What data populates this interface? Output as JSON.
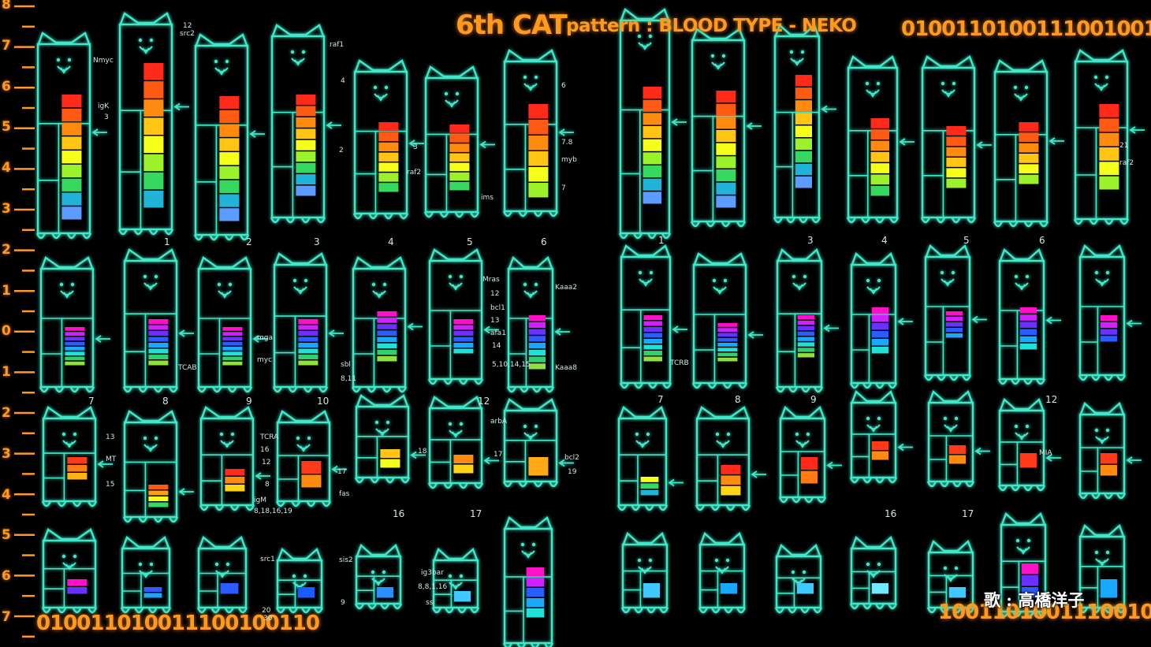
{
  "title": "6th CAT",
  "subtitle": "pattern : BLOOD TYPE - NEKO",
  "binary_top_right": "0100110100111001001",
  "binary_bottom_left": "010011010011100100110",
  "binary_bottom_right": "100110100111001001",
  "credit": "歌 : 高橋洋子",
  "scale_labels": [
    "8",
    "7",
    "6",
    "5",
    "4",
    "3",
    "2",
    "1",
    "0",
    "1",
    "2",
    "3",
    "4",
    "5",
    "6",
    "7"
  ],
  "colors": {
    "cat_outline": "#3fe8c8",
    "accent_orange": "#ff9a1e",
    "background": "#000000"
  },
  "chromosome_numbers_row2_left": [
    "1",
    "2",
    "3",
    "4",
    "5",
    "6"
  ],
  "chromosome_numbers_row2_right": [
    "1",
    "3",
    "4",
    "5",
    "6"
  ],
  "chromosome_numbers_row3_left": [
    "7",
    "8",
    "9",
    "10",
    "12"
  ],
  "chromosome_numbers_row3_right": [
    "7",
    "8",
    "9",
    "12"
  ],
  "chromosome_numbers_row4": [
    "16",
    "17",
    "16",
    "17"
  ],
  "gene_labels": [
    "Nmyc",
    "igK",
    "3",
    "src2",
    "12",
    "raf1",
    "4",
    "2",
    "6",
    "7.8",
    "myb",
    "7",
    "ims",
    "raf2",
    "3",
    "Mras",
    "12",
    "bcl1",
    "13",
    "afa1",
    "14",
    "5,10,14,15",
    "Kaaa2",
    "Kaaa8",
    "mga",
    "myc",
    "sbl",
    "8,11",
    "TCAB",
    "TCRB",
    "13",
    "MT",
    "15",
    "TCRA",
    "16",
    "12",
    "8",
    "igM",
    "8,18,16,19",
    "17",
    "fas",
    "18",
    "arbA",
    "17",
    "bcl2",
    "19",
    "src1",
    "20",
    "30",
    "sis2",
    "9",
    "ig3bar",
    "8,8,1,16",
    "ss",
    "MIA",
    "21",
    "raf2"
  ]
}
